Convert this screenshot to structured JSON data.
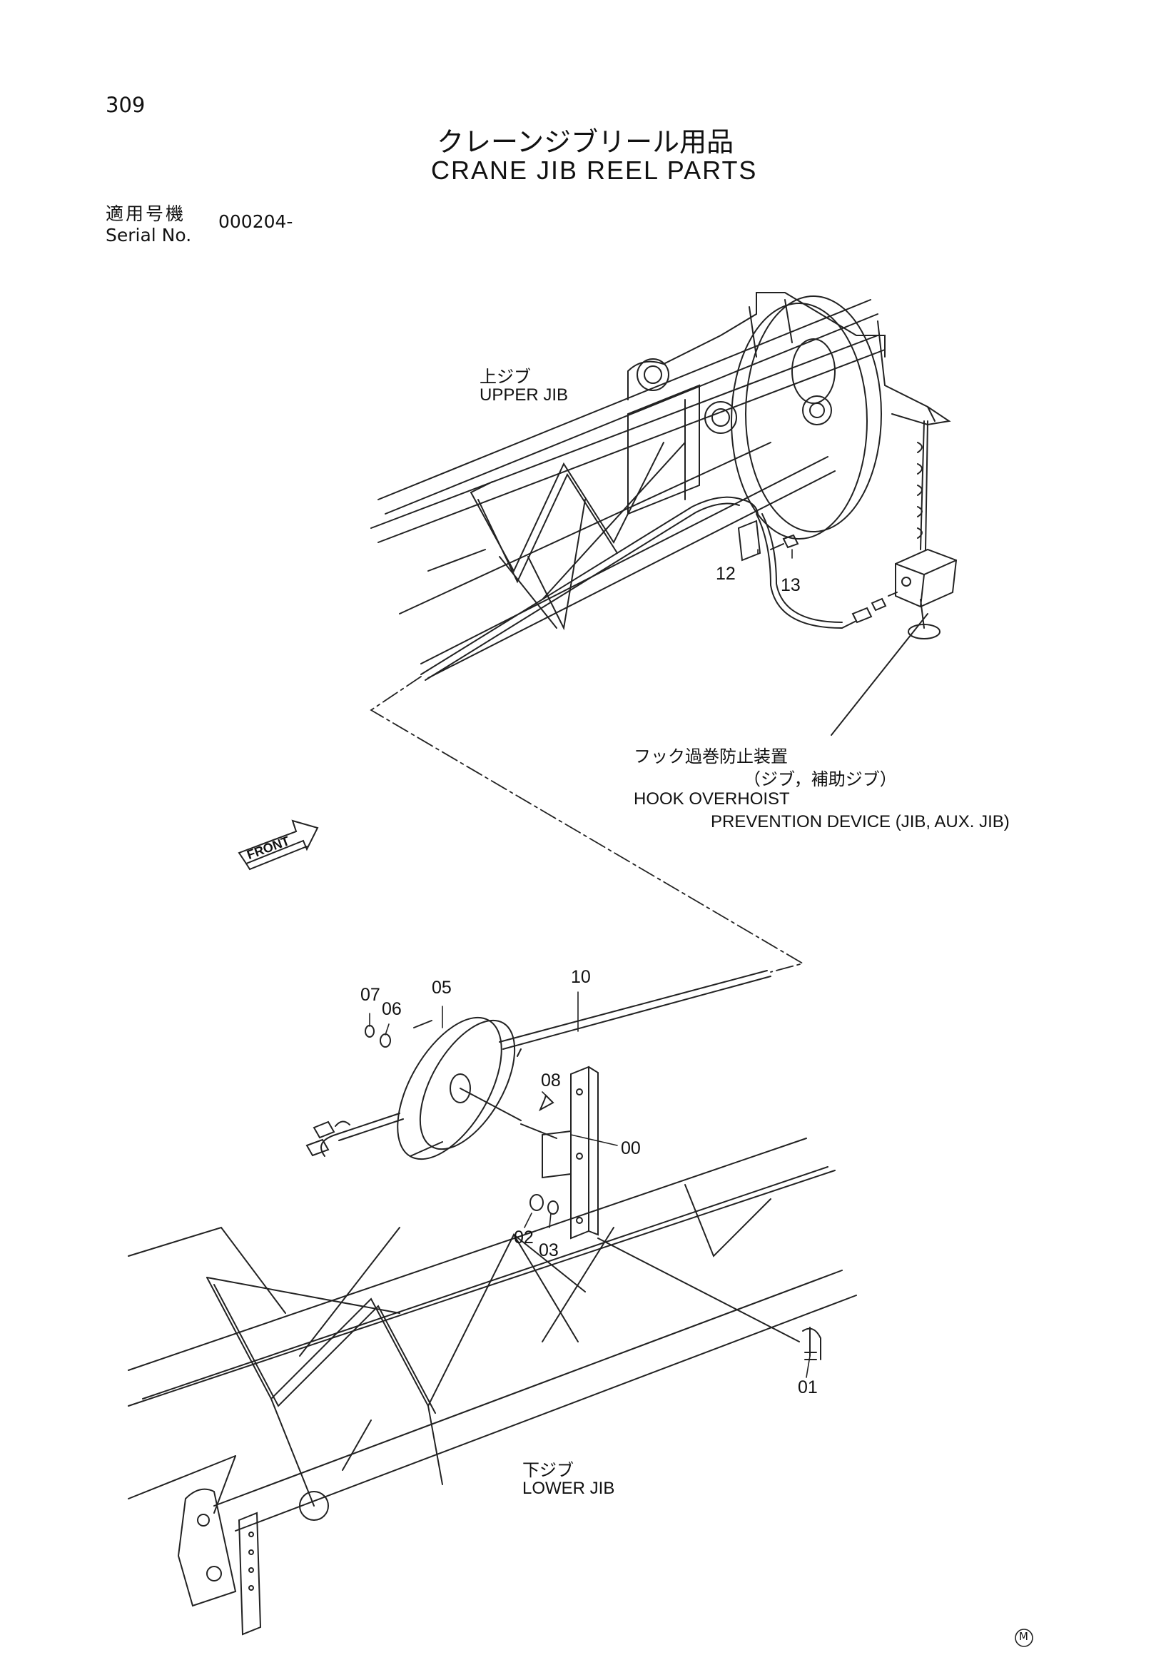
{
  "page_number": "309",
  "title": {
    "jp": "クレーンジブリール用品",
    "en": "CRANE JIB REEL PARTS"
  },
  "serial": {
    "label_jp": "適用号機",
    "label_en": "Serial No.",
    "value": "000204-"
  },
  "labels": {
    "upper_jib_jp": "上ジブ",
    "upper_jib_en": "UPPER JIB",
    "hook_jp_1": "フック過巻防止装置",
    "hook_jp_2": "（ジブ，補助ジブ）",
    "hook_en_1": "HOOK OVERHOIST",
    "hook_en_2": "PREVENTION DEVICE (JIB, AUX. JIB)",
    "front": "FRONT",
    "lower_jib_jp": "下ジブ",
    "lower_jib_en": "LOWER JIB",
    "mark": "M"
  },
  "callouts": {
    "p00": "00",
    "p01": "01",
    "p02": "02",
    "p03": "03",
    "p05": "05",
    "p06": "06",
    "p07": "07",
    "p08": "08",
    "p10": "10",
    "p12": "12",
    "p13": "13"
  }
}
